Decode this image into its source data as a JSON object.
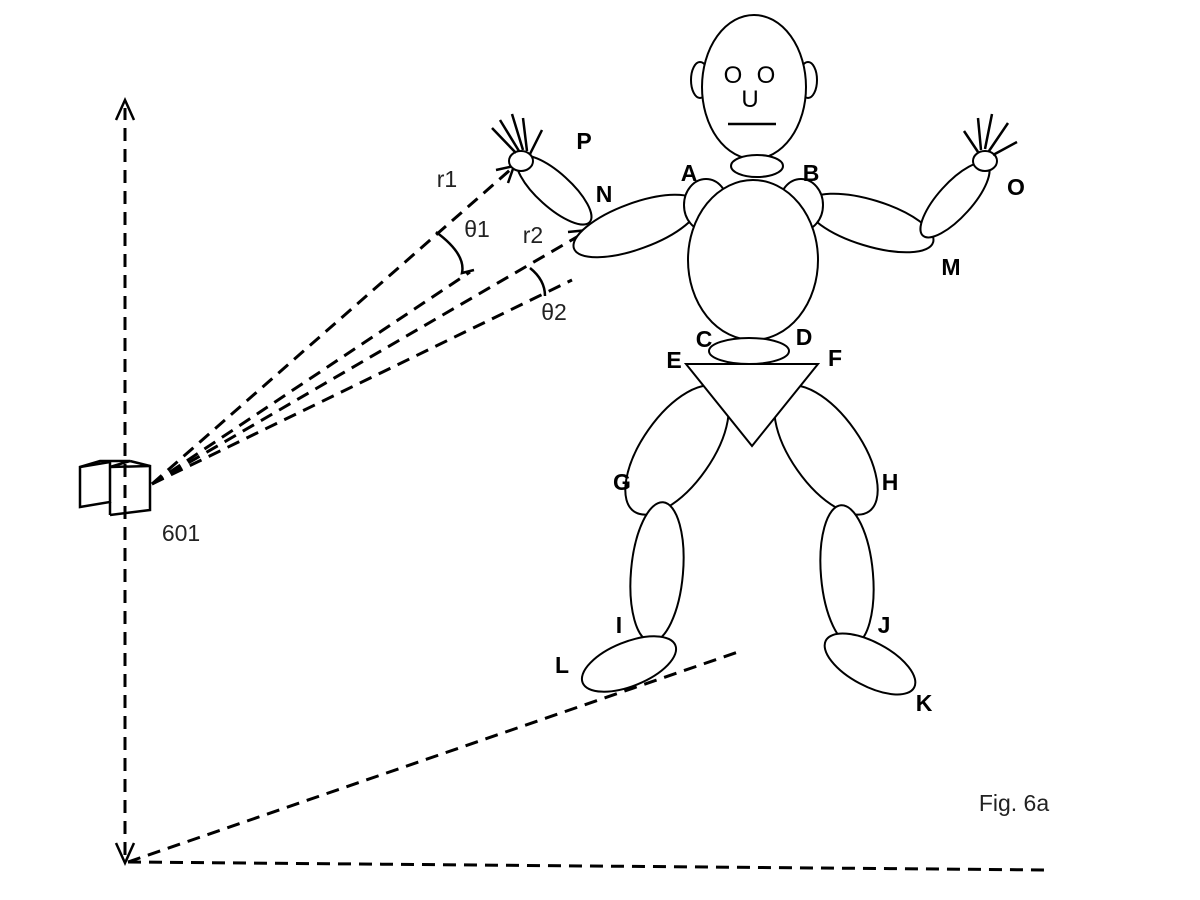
{
  "figure": {
    "caption": "Fig. 6a",
    "camera_label": "601",
    "distances": {
      "r1": "r1",
      "r2": "r2"
    },
    "angles": {
      "theta1": "θ1",
      "theta2": "θ2"
    },
    "face_glyphs": {
      "left_eye": "O",
      "right_eye": "O",
      "nose": "U"
    },
    "joints": {
      "A": "A",
      "B": "B",
      "C": "C",
      "D": "D",
      "E": "E",
      "F": "F",
      "G": "G",
      "H": "H",
      "I": "I",
      "J": "J",
      "K": "K",
      "L": "L",
      "M": "M",
      "N": "N",
      "O": "O",
      "P": "P"
    }
  }
}
